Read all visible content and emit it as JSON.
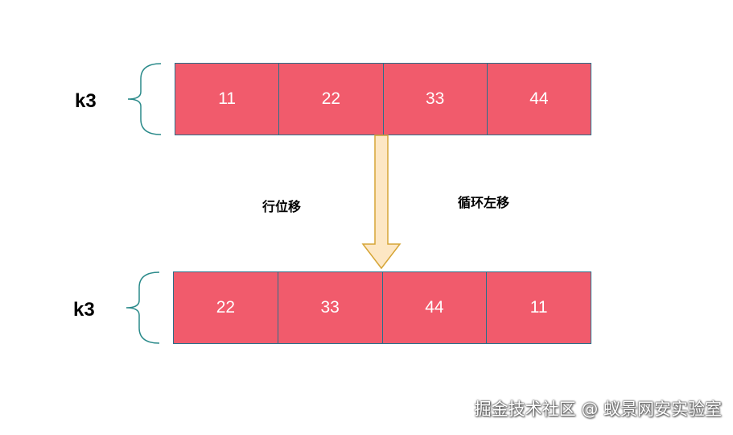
{
  "top": {
    "label": "k3",
    "cells": [
      "11",
      "22",
      "33",
      "44"
    ]
  },
  "bottom": {
    "label": "k3",
    "cells": [
      "22",
      "33",
      "44",
      "11"
    ]
  },
  "annotations": {
    "left": "行位移",
    "right": "循环左移"
  },
  "watermark": "掘金技术社区 @ 蚁景网安实验室",
  "colors": {
    "cell_fill": "#f15b6c",
    "cell_border": "#2a6f8a",
    "brace": "#2a8a8a",
    "arrow_fill": "#fde7c4",
    "arrow_stroke": "#d6a536"
  }
}
